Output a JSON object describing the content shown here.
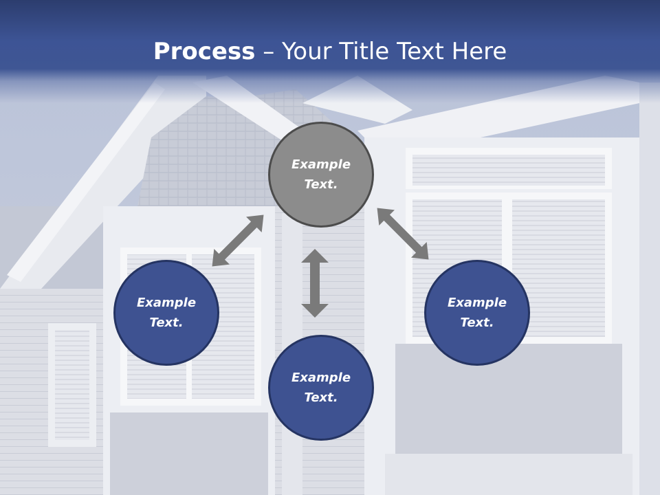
{
  "slide": {
    "title_bold": "Process",
    "title_rest": " – Your Title Text Here"
  },
  "nodes": {
    "top": "Example Text.",
    "left": "Example Text.",
    "right": "Example Text.",
    "bottom": "Example Text."
  },
  "colors": {
    "title_bar": "#3d5495",
    "circle_blue": "#3e5291",
    "circle_gray": "#8c8c8c",
    "arrow": "#7a7a7a"
  },
  "icons": {
    "arrows": [
      "double-arrow-icon",
      "double-arrow-icon",
      "double-arrow-icon"
    ],
    "background": "house-facade-image"
  }
}
